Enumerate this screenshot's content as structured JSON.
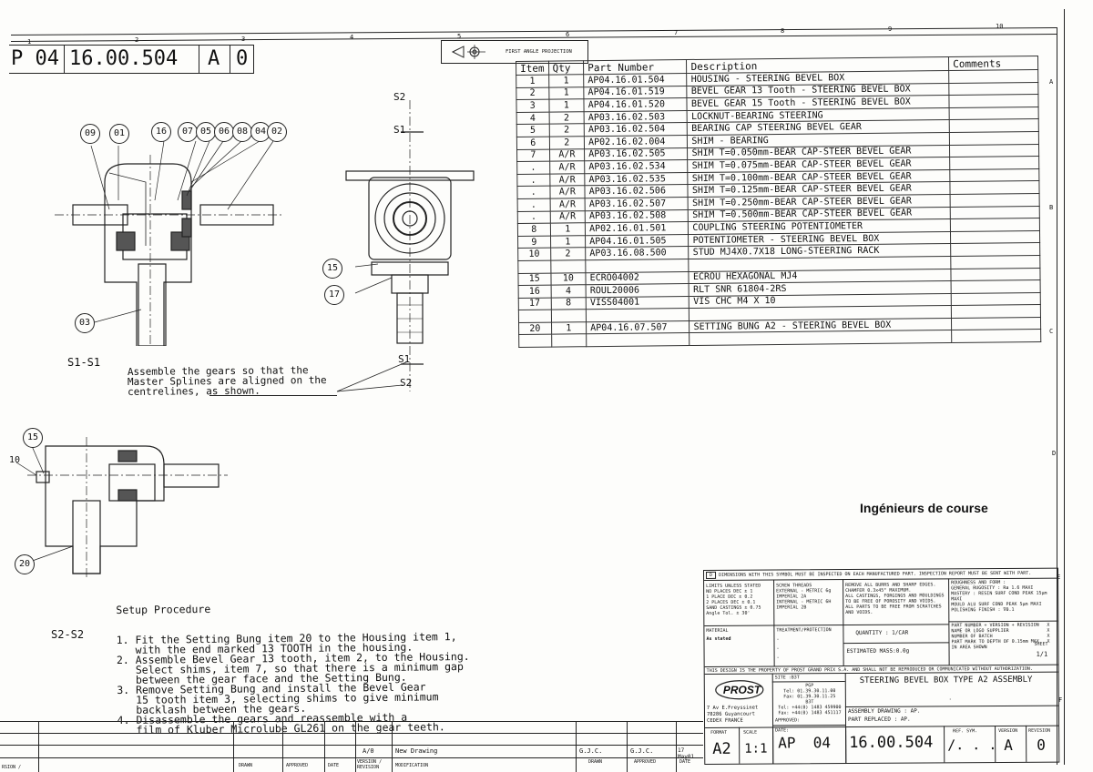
{
  "header": {
    "number_prefix": "P 04",
    "number_main": "16.00.504",
    "rev1": "A",
    "rev2": "0",
    "projection_label": "FIRST ANGLE PROJECTION"
  },
  "border": {
    "top_columns": [
      "1",
      "2",
      "3",
      "4",
      "5",
      "6",
      "7",
      "8",
      "9",
      "10"
    ],
    "right_rows": [
      "A",
      "B",
      "C",
      "D",
      "E",
      "F"
    ]
  },
  "parts_table": {
    "headers": [
      "Item",
      "Qty",
      "Part Number",
      "Description",
      "Comments"
    ],
    "rows": [
      [
        "1",
        "1",
        "AP04.16.01.504",
        "HOUSING - STEERING BEVEL BOX"
      ],
      [
        "2",
        "1",
        "AP04.16.01.519",
        "BEVEL GEAR 13 Tooth - STEERING BEVEL BOX"
      ],
      [
        "3",
        "1",
        "AP04.16.01.520",
        "BEVEL GEAR 15 Tooth - STEERING BEVEL BOX"
      ],
      [
        "4",
        "2",
        "AP03.16.02.503",
        "LOCKNUT-BEARING STEERING"
      ],
      [
        "5",
        "2",
        "AP03.16.02.504",
        "BEARING CAP STEERING BEVEL GEAR"
      ],
      [
        "6",
        "2",
        "AP02.16.02.004",
        "SHIM - BEARING"
      ],
      [
        "7",
        "A/R",
        "AP03.16.02.505",
        "SHIM T=0.050mm-BEAR CAP-STEER BEVEL GEAR"
      ],
      [
        ".",
        "A/R",
        "AP03.16.02.534",
        "SHIM T=0.075mm-BEAR CAP-STEER BEVEL GEAR"
      ],
      [
        ".",
        "A/R",
        "AP03.16.02.535",
        "SHIM T=0.100mm-BEAR CAP-STEER BEVEL GEAR"
      ],
      [
        ".",
        "A/R",
        "AP03.16.02.506",
        "SHIM T=0.125mm-BEAR CAP-STEER BEVEL GEAR"
      ],
      [
        ".",
        "A/R",
        "AP03.16.02.507",
        "SHIM T=0.250mm-BEAR CAP-STEER BEVEL GEAR"
      ],
      [
        ".",
        "A/R",
        "AP03.16.02.508",
        "SHIM T=0.500mm-BEAR CAP-STEER BEVEL GEAR"
      ],
      [
        "8",
        "1",
        "AP02.16.01.501",
        "COUPLING STEERING POTENTIOMETER"
      ],
      [
        "9",
        "1",
        "AP04.16.01.505",
        "POTENTIOMETER - STEERING BEVEL BOX"
      ],
      [
        "10",
        "2",
        "AP03.16.08.500",
        "STUD MJ4X0.7X18 LONG-STEERING RACK"
      ],
      [
        "",
        "",
        "",
        ""
      ],
      [
        "15",
        "10",
        "ECRO04002",
        "ECROU HEXAGONAL MJ4"
      ],
      [
        "16",
        "4",
        "ROUL20006",
        "RLT SNR 61804-2RS"
      ],
      [
        "17",
        "8",
        "VISS04001",
        "VIS CHC M4 X 10"
      ],
      [
        "",
        "",
        "",
        ""
      ],
      [
        "20",
        "1",
        "AP04.16.07.507",
        "SETTING BUNG A2 - STEERING BEVEL BOX"
      ],
      [
        "",
        "",
        "",
        ""
      ]
    ]
  },
  "views": {
    "section_s1_label": "S1-S1",
    "section_s2_label": "S2-S2",
    "s1": "S1",
    "s2": "S2",
    "balloons_top": [
      "09",
      "01",
      "16",
      "07",
      "05",
      "06",
      "08",
      "04",
      "02"
    ],
    "balloon_03": "03",
    "balloon_15": "15",
    "balloon_17": "17",
    "balloon_15b": "15",
    "balloon_10": "10",
    "balloon_20": "20"
  },
  "note": {
    "line1": "Assemble the gears so that the",
    "line2": "Master Splines are aligned on the",
    "line3": "centrelines, as shown."
  },
  "procedure": {
    "title": "Setup Procedure",
    "lines": [
      "1. Fit the Setting Bung item 20 to the Housing item 1,",
      "   with the end marked 13 TOOTH in the housing.",
      "2. Assemble Bevel Gear 13 tooth, item 2, to the Housing.",
      "   Select shims, item 7, so that there is a minimum gap",
      "   between the gear face and the Setting Bung.",
      "3. Remove Setting Bung and install the Bevel Gear",
      "   15 tooth item 3, selecting shims to give minimum",
      "   backlash between the gears.",
      "4. Disassemble the gears and reassemble with a",
      "   film of Kluber Microlube GL261 on the gear teeth."
    ]
  },
  "stamp": "Ingénieurs de course",
  "title_block": {
    "inspection_note": "DIMENSIONS WITH THIS SYMBOL MUST BE INSPECTED ON EACH MANUFACTURED PART. INSPECTION REPORT MUST BE SENT WITH PART.",
    "tolerances": [
      "LIMITS UNLESS STATED",
      "NO PLACES DEC  ± 1",
      "1 PLACE DEC  ± 0.2",
      "2 PLACES DEC  ± 0.1",
      "SAND CASTINGS  ± 0.75",
      "Angle Tol.  ± 30'"
    ],
    "screw_threads": [
      "SCREW THREADS",
      "EXTERNAL - METRIC 6g",
      "IMPERIAL 2A",
      "INTERNAL - METRIC 6H",
      "IMPERIAL 2B"
    ],
    "edges": [
      "REMOVE ALL BURRS AND SHARP EDGES.",
      "CHAMFER 0.3x45° MAXIMUM.",
      "ALL CASTINGS, FORGINGS AND MOULDINGS",
      "TO BE FREE OF POROSITY AND VOIDS.",
      "ALL PARTS TO BE FREE FROM SCRATCHES",
      "AND VOIDS."
    ],
    "roughness": [
      "ROUGHNESS AND FORM :",
      "GENERAL RUGOSITY : Ra 1.6 MAXI",
      "MASTERY : RESIN SURF COND PEAK 15µm MAXI",
      "MOULD   ALU SURF COND PEAK 5µm MAXI",
      "POLISHING FINISH : ∇0.1"
    ],
    "part_marks": [
      "PART NUMBER + VERSION + REVISION",
      "NAME OR LOGO SUPPLIER",
      "NUMBER OF BATCH",
      "PART MARK TO DEPTH OF 0.15mm MAX IN AREA SHOWN"
    ],
    "material_label": "MATERIAL",
    "material_value": "As stated",
    "treatment_label": "TREATMENT/PROTECTION",
    "treatment_lines": [
      "-",
      "-",
      "-"
    ],
    "quantity": "QUANTITY :  1/CAR",
    "mass": "ESTIMATED MASS:0.0g",
    "sheet_label": "SHEET",
    "sheet_value": "1/1",
    "property_note": "THIS DESIGN IS THE PROPERTY OF PROST GRAND PRIX S.A. AND SHALL NOT BE REPRODUCED OR COMMUNICATED WITHOUT AUTHORIZATION.",
    "logo_text": "PROST",
    "site": "SITE :B3T",
    "pgp_lines": [
      "PGP",
      "Tel: 01.39.30.11.00",
      "Fax: 01.39.30.11.25",
      "B3T",
      "Tel: +44(0) 1483 459900",
      "Fax: +44(0) 1483 451117"
    ],
    "address": [
      "7 Av E.Freyssinet",
      "78286 Guyancourt",
      "CEDEX FRANCE"
    ],
    "approved": "APPROVED:",
    "date": "DATE:",
    "title": "STEERING BEVEL BOX TYPE A2 ASSEMBLY",
    "dash": "-",
    "assembly_drawing": "ASSEMBLY DRAWING :  AP.",
    "part_replaced": "PART REPLACED    :  AP.",
    "format_label": "FORMAT",
    "format_value": "A2",
    "scale_label": "SCALE",
    "scale_value": "1:1",
    "num_prefix": "AP  04",
    "num_main": "16.00.504",
    "ref_sym_label": "REF. SYM.",
    "ref_sym_value": "/. . .",
    "version_label": "VERSION",
    "version_value": "A",
    "revision_label": "REVISION",
    "revision_value": "0"
  },
  "revision_strip": {
    "ver": "A/0",
    "modification": "New Drawing",
    "drawn": "G.J.C.",
    "approved": "G.J.C.",
    "date": "17 May01",
    "labels": [
      "DRAWN",
      "APPROVED",
      "DATE",
      "VERSION / REVISION",
      "MODIFICATION",
      "DRAWN",
      "APPROVED",
      "DATE"
    ],
    "left_fragment": "RSION /"
  },
  "colors": {
    "ink": "#111111",
    "paper": "#fdfdfb"
  }
}
